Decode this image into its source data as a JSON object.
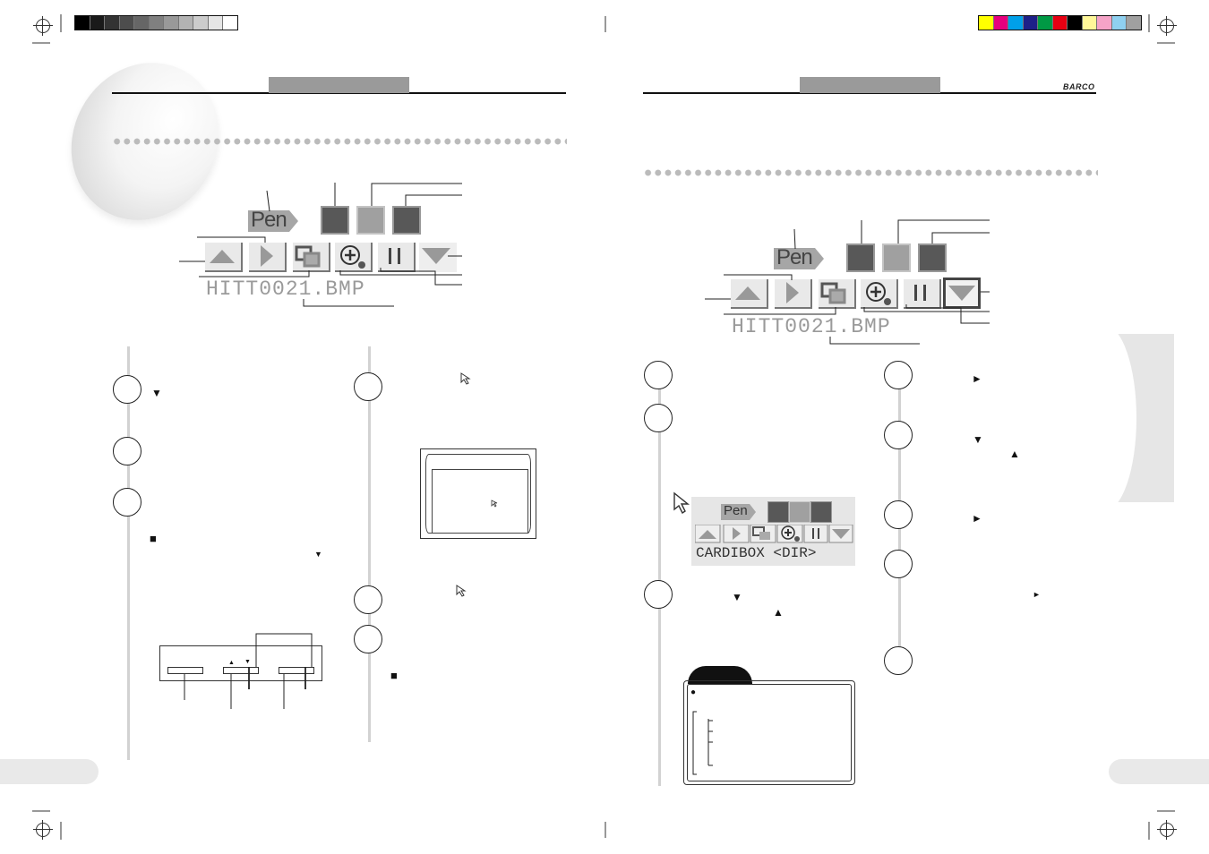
{
  "left_page": {
    "toolbar": {
      "pen_label": "Pen",
      "filename": "HITT0021.BMP",
      "buttons": [
        "up-arrow-icon",
        "right-arrow-icon",
        "overlay-icon",
        "zoom-icon",
        "pause-icon",
        "down-arrow-icon"
      ]
    },
    "step_symbols": {
      "down_triangle": "▼",
      "stop_square": "■",
      "small_down": "▼",
      "up_small": "▲",
      "down_small2": "▼"
    }
  },
  "right_page": {
    "brand_logo": "BARCO",
    "toolbar": {
      "pen_label": "Pen",
      "filename": "HITT0021.BMP"
    },
    "screen_inset": {
      "pen_label": "Pen",
      "filename": "CARDIBOX <DIR>"
    },
    "step_symbols": {
      "down_a": "▼",
      "up_a": "▲",
      "right_a": "►",
      "down_b": "▼",
      "up_b": "▲",
      "right_b": "►",
      "right_c": "►",
      "bullet": "●"
    }
  },
  "colors": {
    "rule": "#111111",
    "band": "#9a9a9a",
    "dots": "#bbbbbb",
    "dark_square": "#585858",
    "light_square": "#a0a0a0"
  },
  "color_bar_left": [
    "#000000",
    "#1a1a1a",
    "#333333",
    "#4d4d4d",
    "#666666",
    "#808080",
    "#999999",
    "#b3b3b3",
    "#cccccc",
    "#e6e6e6",
    "#ffffff"
  ],
  "color_bar_right": [
    "#ffff00",
    "#e6007e",
    "#00a0e9",
    "#1d2088",
    "#009944",
    "#e60012",
    "#000000",
    "#fff799",
    "#f5a3c7",
    "#8fd0f0",
    "#a0a0a0"
  ]
}
